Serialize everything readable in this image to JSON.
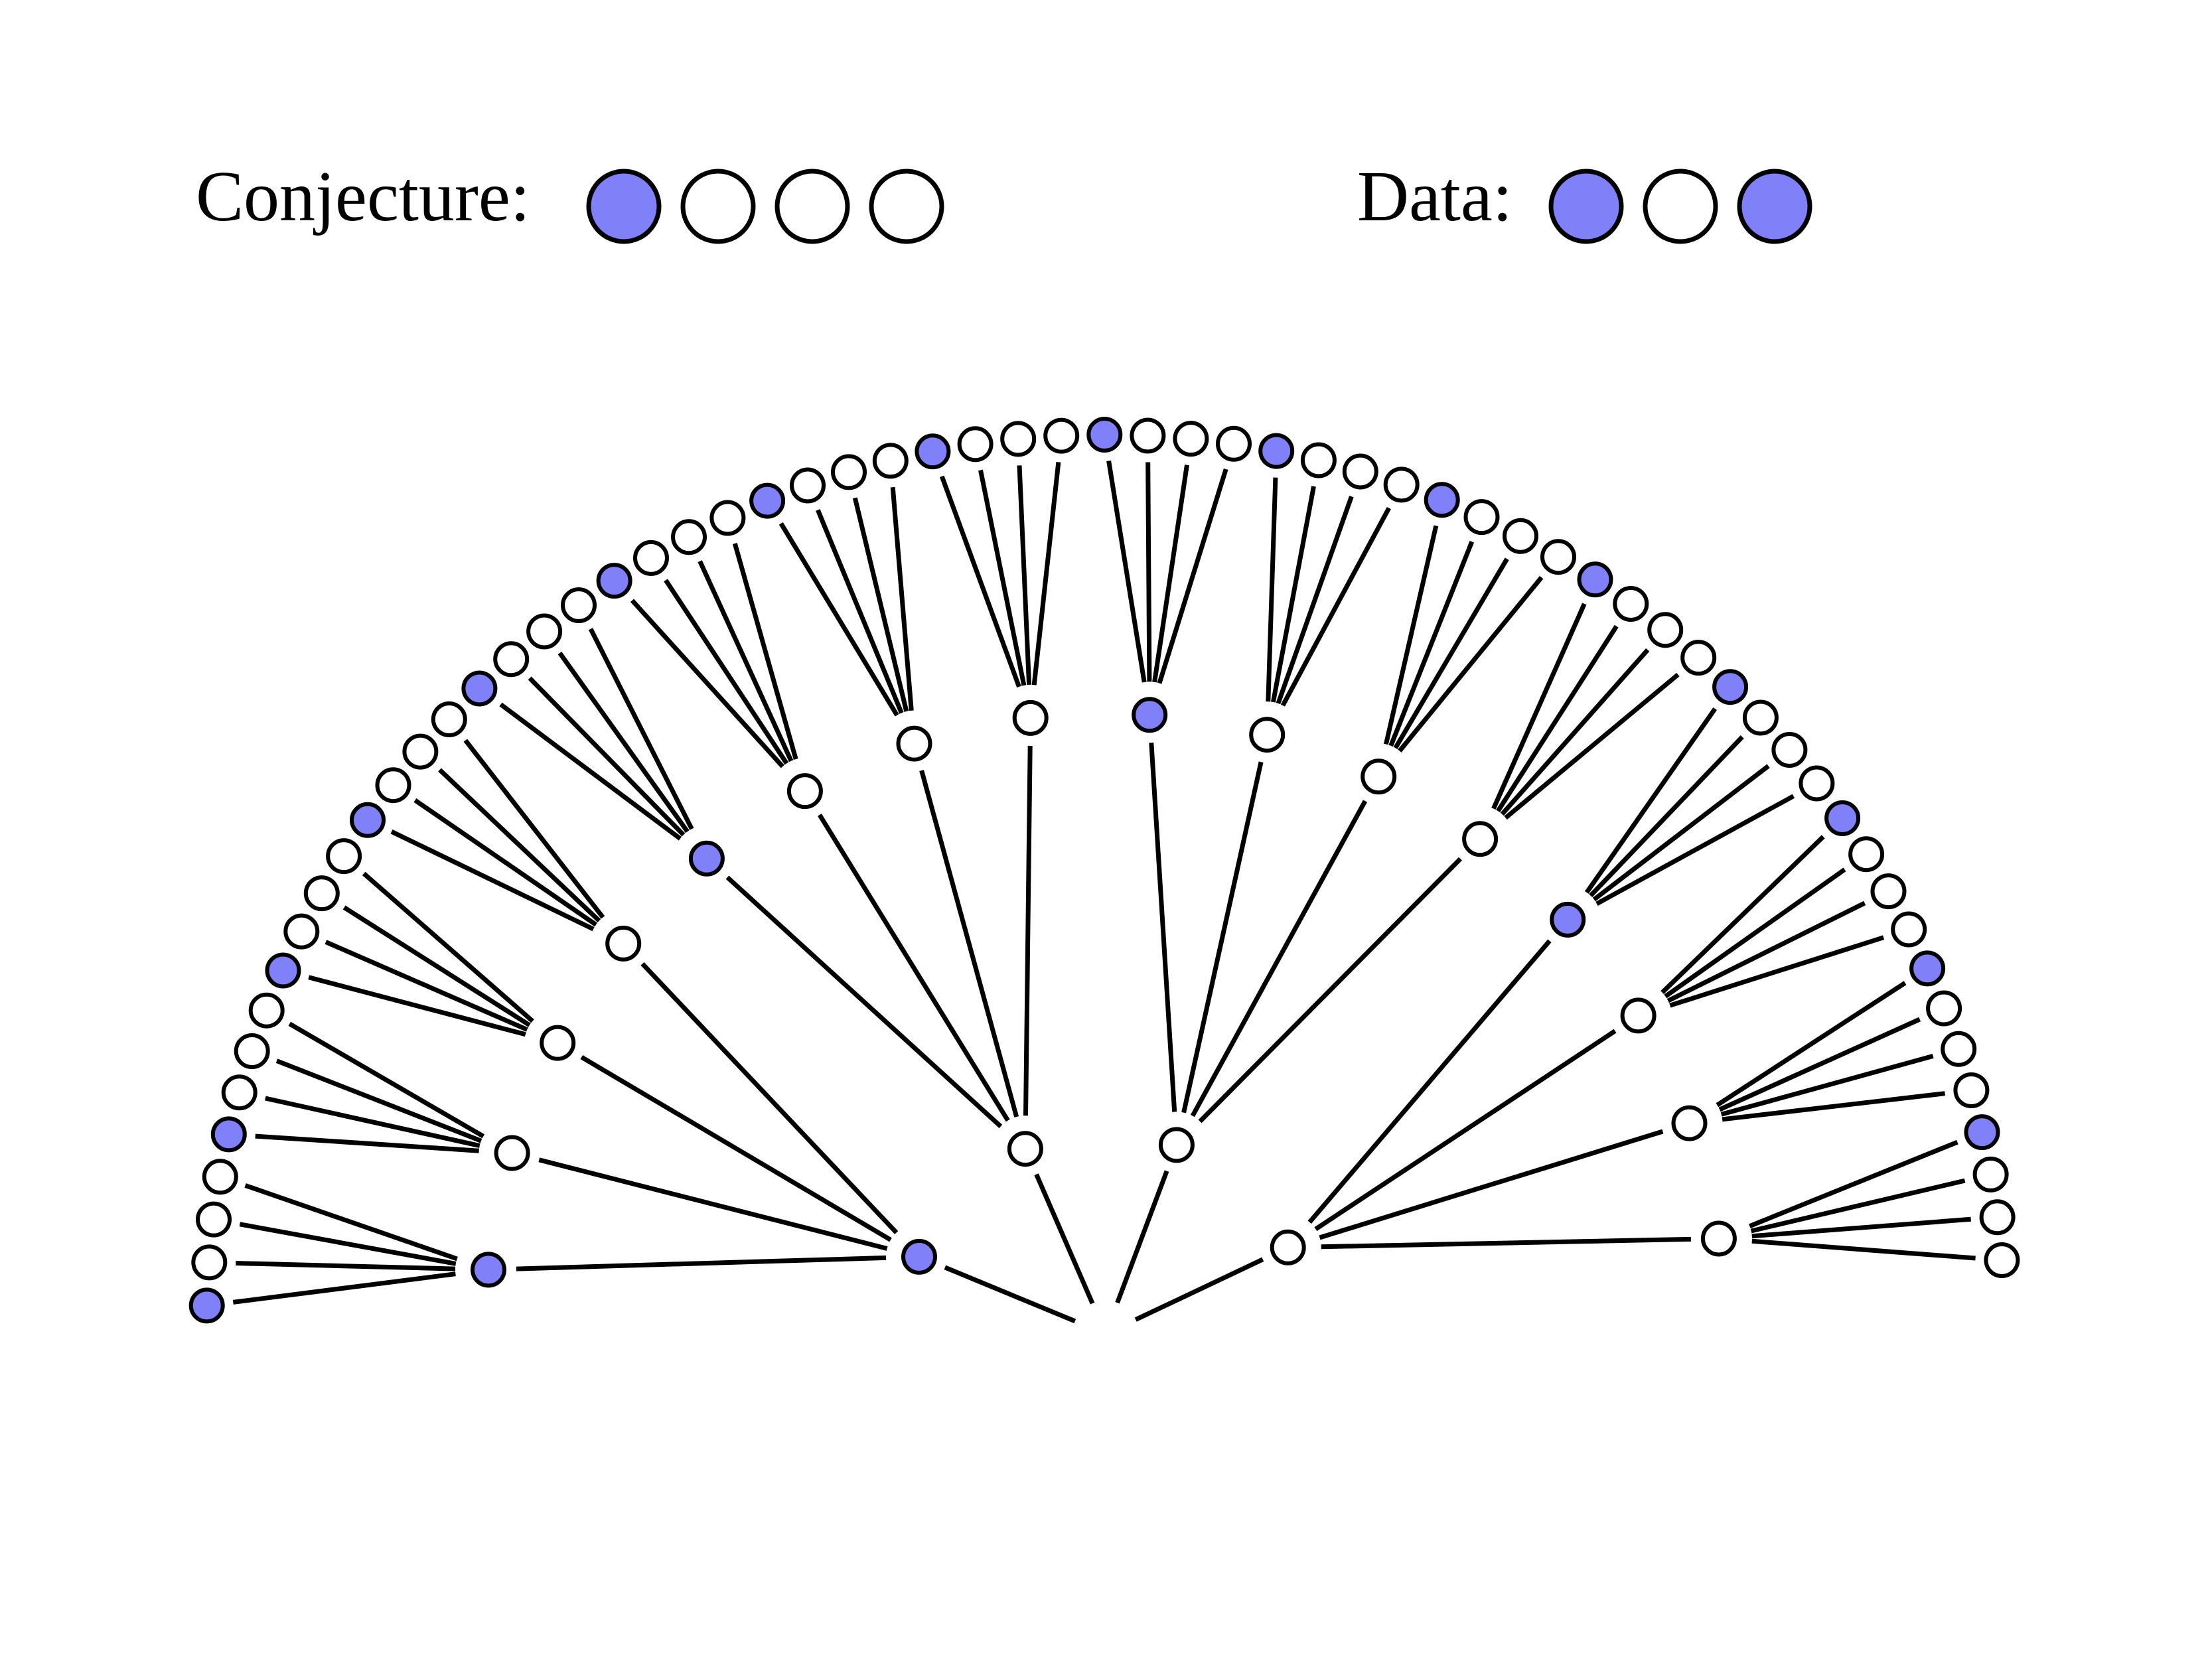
{
  "legend": {
    "conjecture_label": "Conjecture:",
    "conjecture_marbles": [
      "blue",
      "white",
      "white",
      "white"
    ],
    "data_label": "Data:",
    "data_marbles": [
      "blue",
      "white",
      "blue"
    ]
  },
  "colors": {
    "blue": "#8080f8",
    "white": "#ffffff",
    "outline": "#000000",
    "background": "#ffffff"
  },
  "tree": {
    "branching": 4,
    "depth": 3,
    "level1": [
      "blue",
      "white",
      "white",
      "white"
    ],
    "level2": [
      [
        "blue",
        "white",
        "white",
        "white"
      ],
      [
        "blue",
        "white",
        "white",
        "white"
      ],
      [
        "blue",
        "white",
        "white",
        "white"
      ],
      [
        "blue",
        "white",
        "white",
        "white"
      ]
    ],
    "level3_pattern": [
      "blue",
      "white",
      "white",
      "white"
    ]
  }
}
